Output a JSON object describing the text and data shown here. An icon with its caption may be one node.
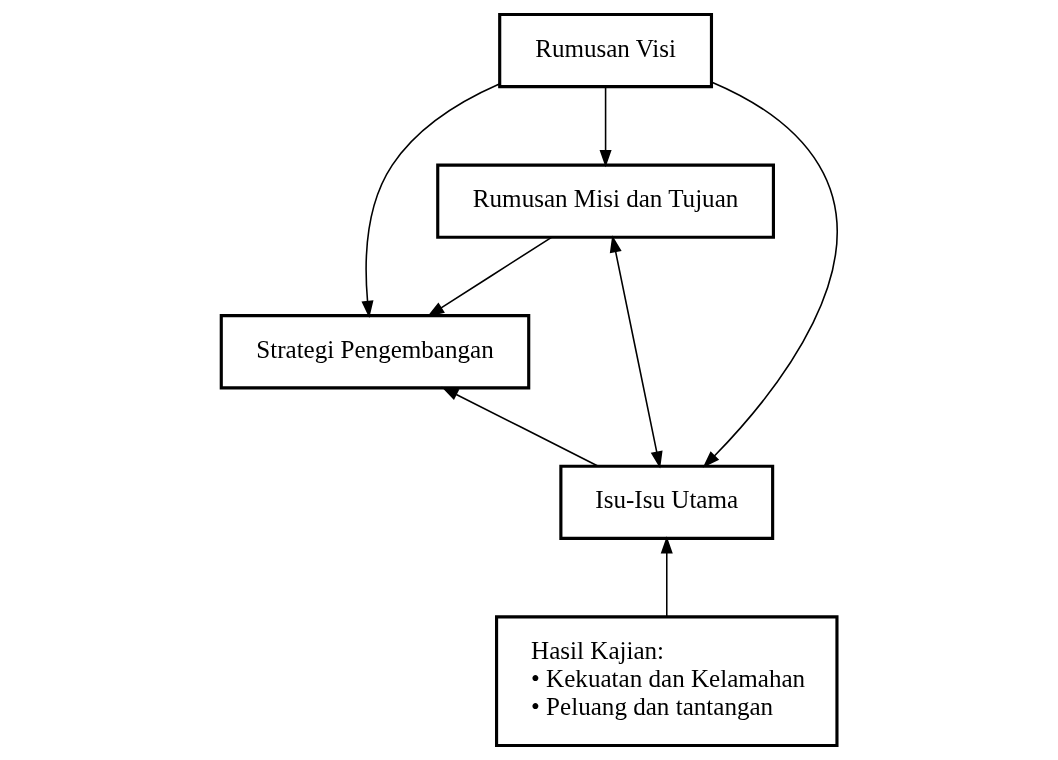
{
  "diagram": {
    "nodes": [
      {
        "text": [
          "Rumusan Visi"
        ]
      },
      {
        "text": [
          "Rumusan Misi dan Tujuan"
        ]
      },
      {
        "text": [
          "Strategi Pengembangan"
        ]
      },
      {
        "text": [
          "Isu-Isu Utama"
        ]
      },
      {
        "text": [
          "Hasil Kajian:",
          "• Kekuatan dan Kelamahan",
          "• Peluang dan tantangan"
        ]
      }
    ],
    "edges": [
      {
        "from": 0,
        "to": 1,
        "arrow": "to"
      },
      {
        "from": 0,
        "to": 2,
        "arrow": "to"
      },
      {
        "from": 0,
        "to": 3,
        "arrow": "to"
      },
      {
        "from": 1,
        "to": 2,
        "arrow": "to"
      },
      {
        "from": 1,
        "to": 3,
        "arrow": "both"
      },
      {
        "from": 3,
        "to": 2,
        "arrow": "to"
      },
      {
        "from": 4,
        "to": 3,
        "arrow": "to"
      }
    ]
  }
}
